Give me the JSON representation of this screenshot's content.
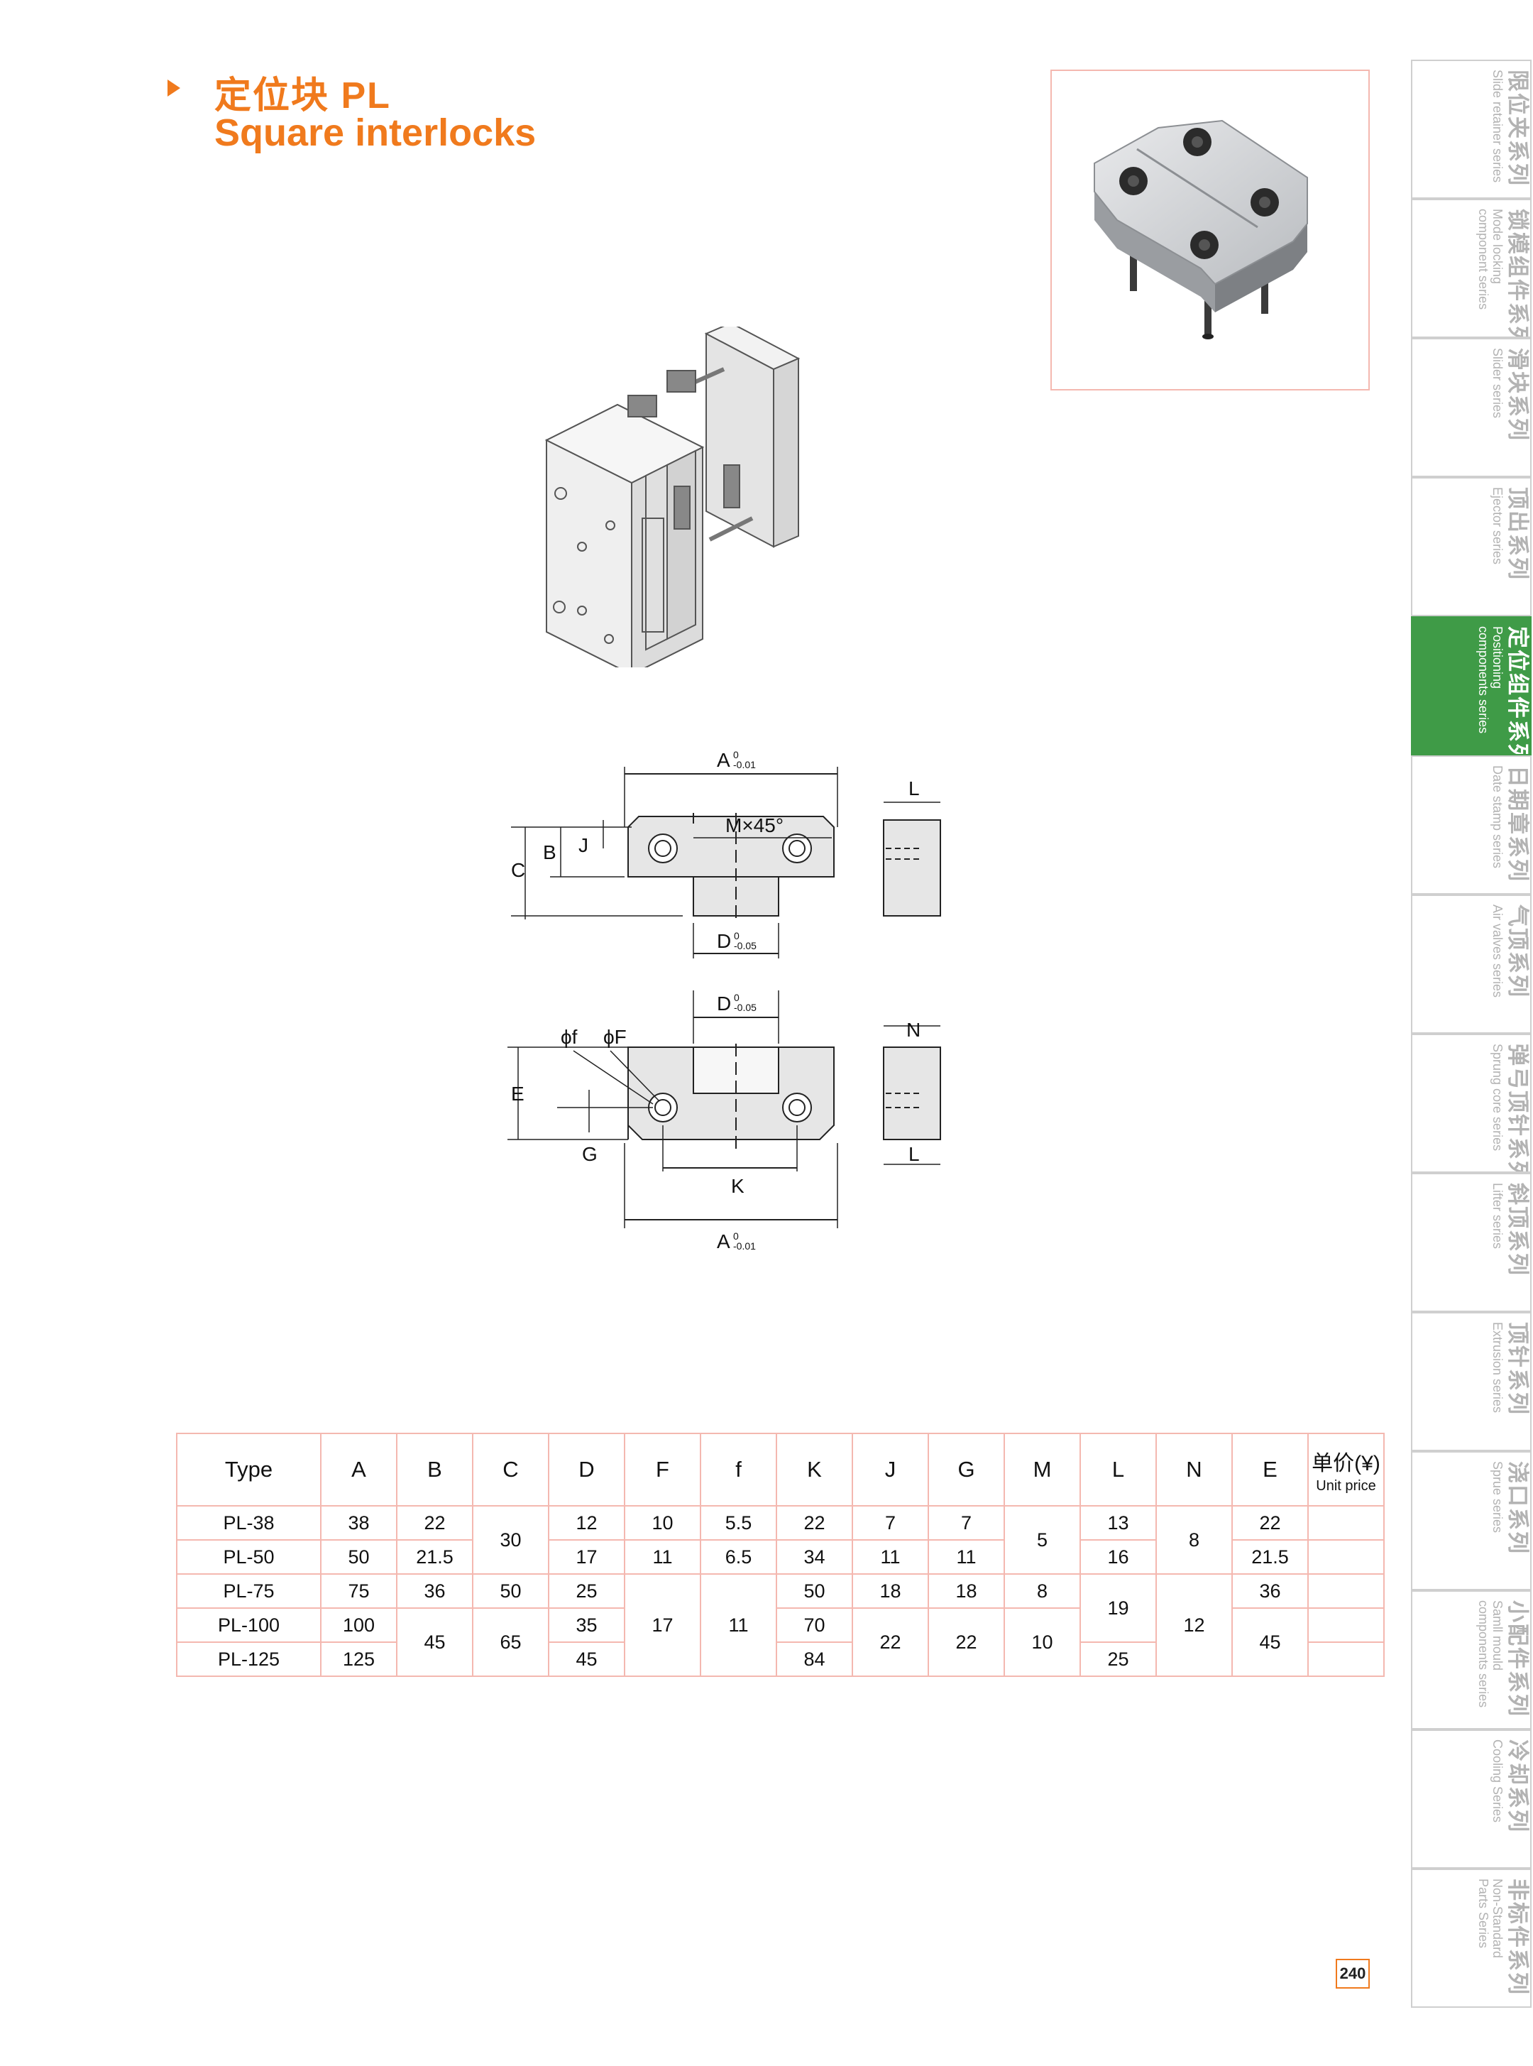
{
  "title": {
    "cn": "定位块 PL",
    "en": "Square interlocks"
  },
  "drawing_labels": {
    "A": "A",
    "A_tol_top": "0",
    "A_tol_bottom": "-0.01",
    "D": "D",
    "D_tol_top": "0",
    "D_tol_bottom": "-0.05",
    "M": "M×45°",
    "L": "L",
    "C": "C",
    "B": "B",
    "J": "J",
    "N": "N",
    "E": "E",
    "G": "G",
    "K": "K",
    "phi_f": "ϕf",
    "phi_F": "ϕF"
  },
  "table": {
    "headers": [
      "Type",
      "A",
      "B",
      "C",
      "D",
      "F",
      "f",
      "K",
      "J",
      "G",
      "M",
      "L",
      "N",
      "E"
    ],
    "price_header_cn": "单价(¥)",
    "price_header_en": "Unit price",
    "rows": [
      [
        "PL-38",
        "38",
        "22",
        "30",
        "12",
        "10",
        "5.5",
        "22",
        "7",
        "7",
        "5",
        "13",
        "8",
        "22"
      ],
      [
        "PL-50",
        "50",
        "21.5",
        "",
        "17",
        "11",
        "6.5",
        "34",
        "11",
        "11",
        "",
        "16",
        "",
        "21.5"
      ],
      [
        "PL-75",
        "75",
        "36",
        "50",
        "25",
        "17",
        "11",
        "50",
        "18",
        "18",
        "8",
        "19",
        "12",
        "36"
      ],
      [
        "PL-100",
        "100",
        "45",
        "65",
        "35",
        "",
        "",
        "70",
        "22",
        "22",
        "10",
        "",
        "",
        "45"
      ],
      [
        "PL-125",
        "125",
        "",
        "",
        "45",
        "",
        "",
        "84",
        "",
        "",
        "",
        "25",
        "",
        ""
      ]
    ]
  },
  "side_tabs": [
    {
      "cn": "限位夹系列",
      "en": "Slide retainer series",
      "active": false
    },
    {
      "cn": "锁模组件系列",
      "en": "Mode locking\ncomponent series",
      "active": false
    },
    {
      "cn": "滑块系列",
      "en": "Slider series",
      "active": false
    },
    {
      "cn": "顶出系列",
      "en": "Ejector series",
      "active": false
    },
    {
      "cn": "定位组件系列",
      "en": "Positioning\ncomponents series",
      "active": true
    },
    {
      "cn": "日期章系列",
      "en": "Date stamp series",
      "active": false
    },
    {
      "cn": "气顶系列",
      "en": "Air valves series",
      "active": false
    },
    {
      "cn": "弹弓顶针系列",
      "en": "Sprung core series",
      "active": false
    },
    {
      "cn": "斜顶系列",
      "en": "Lifter series",
      "active": false
    },
    {
      "cn": "顶针系列",
      "en": "Extrusion series",
      "active": false
    },
    {
      "cn": "浇口系列",
      "en": "Sprue series",
      "active": false
    },
    {
      "cn": "小配件系列",
      "en": "Samll mould\ncomponents series",
      "active": false
    },
    {
      "cn": "冷却系列",
      "en": "Cooling Series",
      "active": false
    },
    {
      "cn": "非标件系列",
      "en": "Non-Standard\nParts Series",
      "active": false
    }
  ],
  "page_number": "240",
  "colors": {
    "title": "#f07a1d",
    "active_tab": "#3f9b47",
    "table_border": "#f4b8b0"
  }
}
